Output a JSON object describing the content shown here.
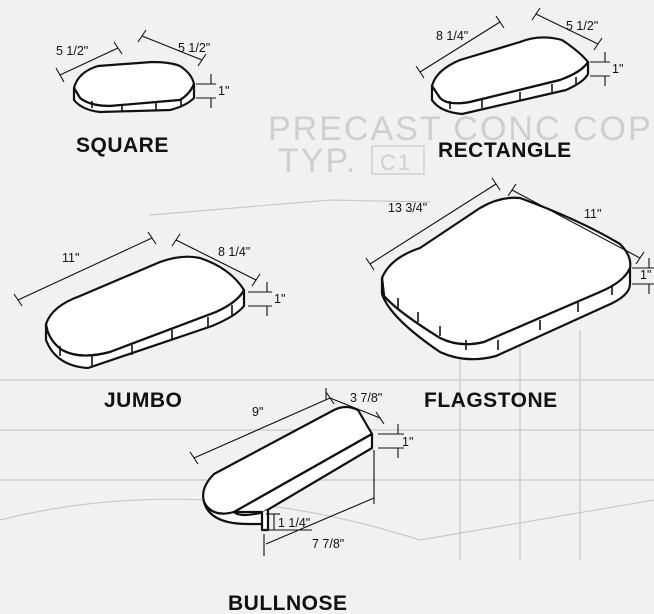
{
  "background": {
    "text_line1": "PRECAST  CONC  COP",
    "text_line2": "TYP.",
    "text_box": "C1"
  },
  "pavers": {
    "square": {
      "name": "SQUARE",
      "dim_length": "5 1/2\"",
      "dim_width": "5 1/2\"",
      "dim_height": "1\""
    },
    "rectangle": {
      "name": "RECTANGLE",
      "dim_length": "8 1/4\"",
      "dim_width": "5 1/2\"",
      "dim_height": "1\""
    },
    "jumbo": {
      "name": "JUMBO",
      "dim_length": "11\"",
      "dim_width": "8 1/4\"",
      "dim_height": "1\""
    },
    "flagstone": {
      "name": "FLAGSTONE",
      "dim_length": "13 3/4\"",
      "dim_width": "11\"",
      "dim_height": "1\""
    },
    "bullnose": {
      "name": "BULLNOSE",
      "dim_length": "9\"",
      "dim_width": "3 7/8\"",
      "dim_height": "1\"",
      "dim_lip": "1 1/4\"",
      "dim_depth": "7 7/8\""
    }
  }
}
